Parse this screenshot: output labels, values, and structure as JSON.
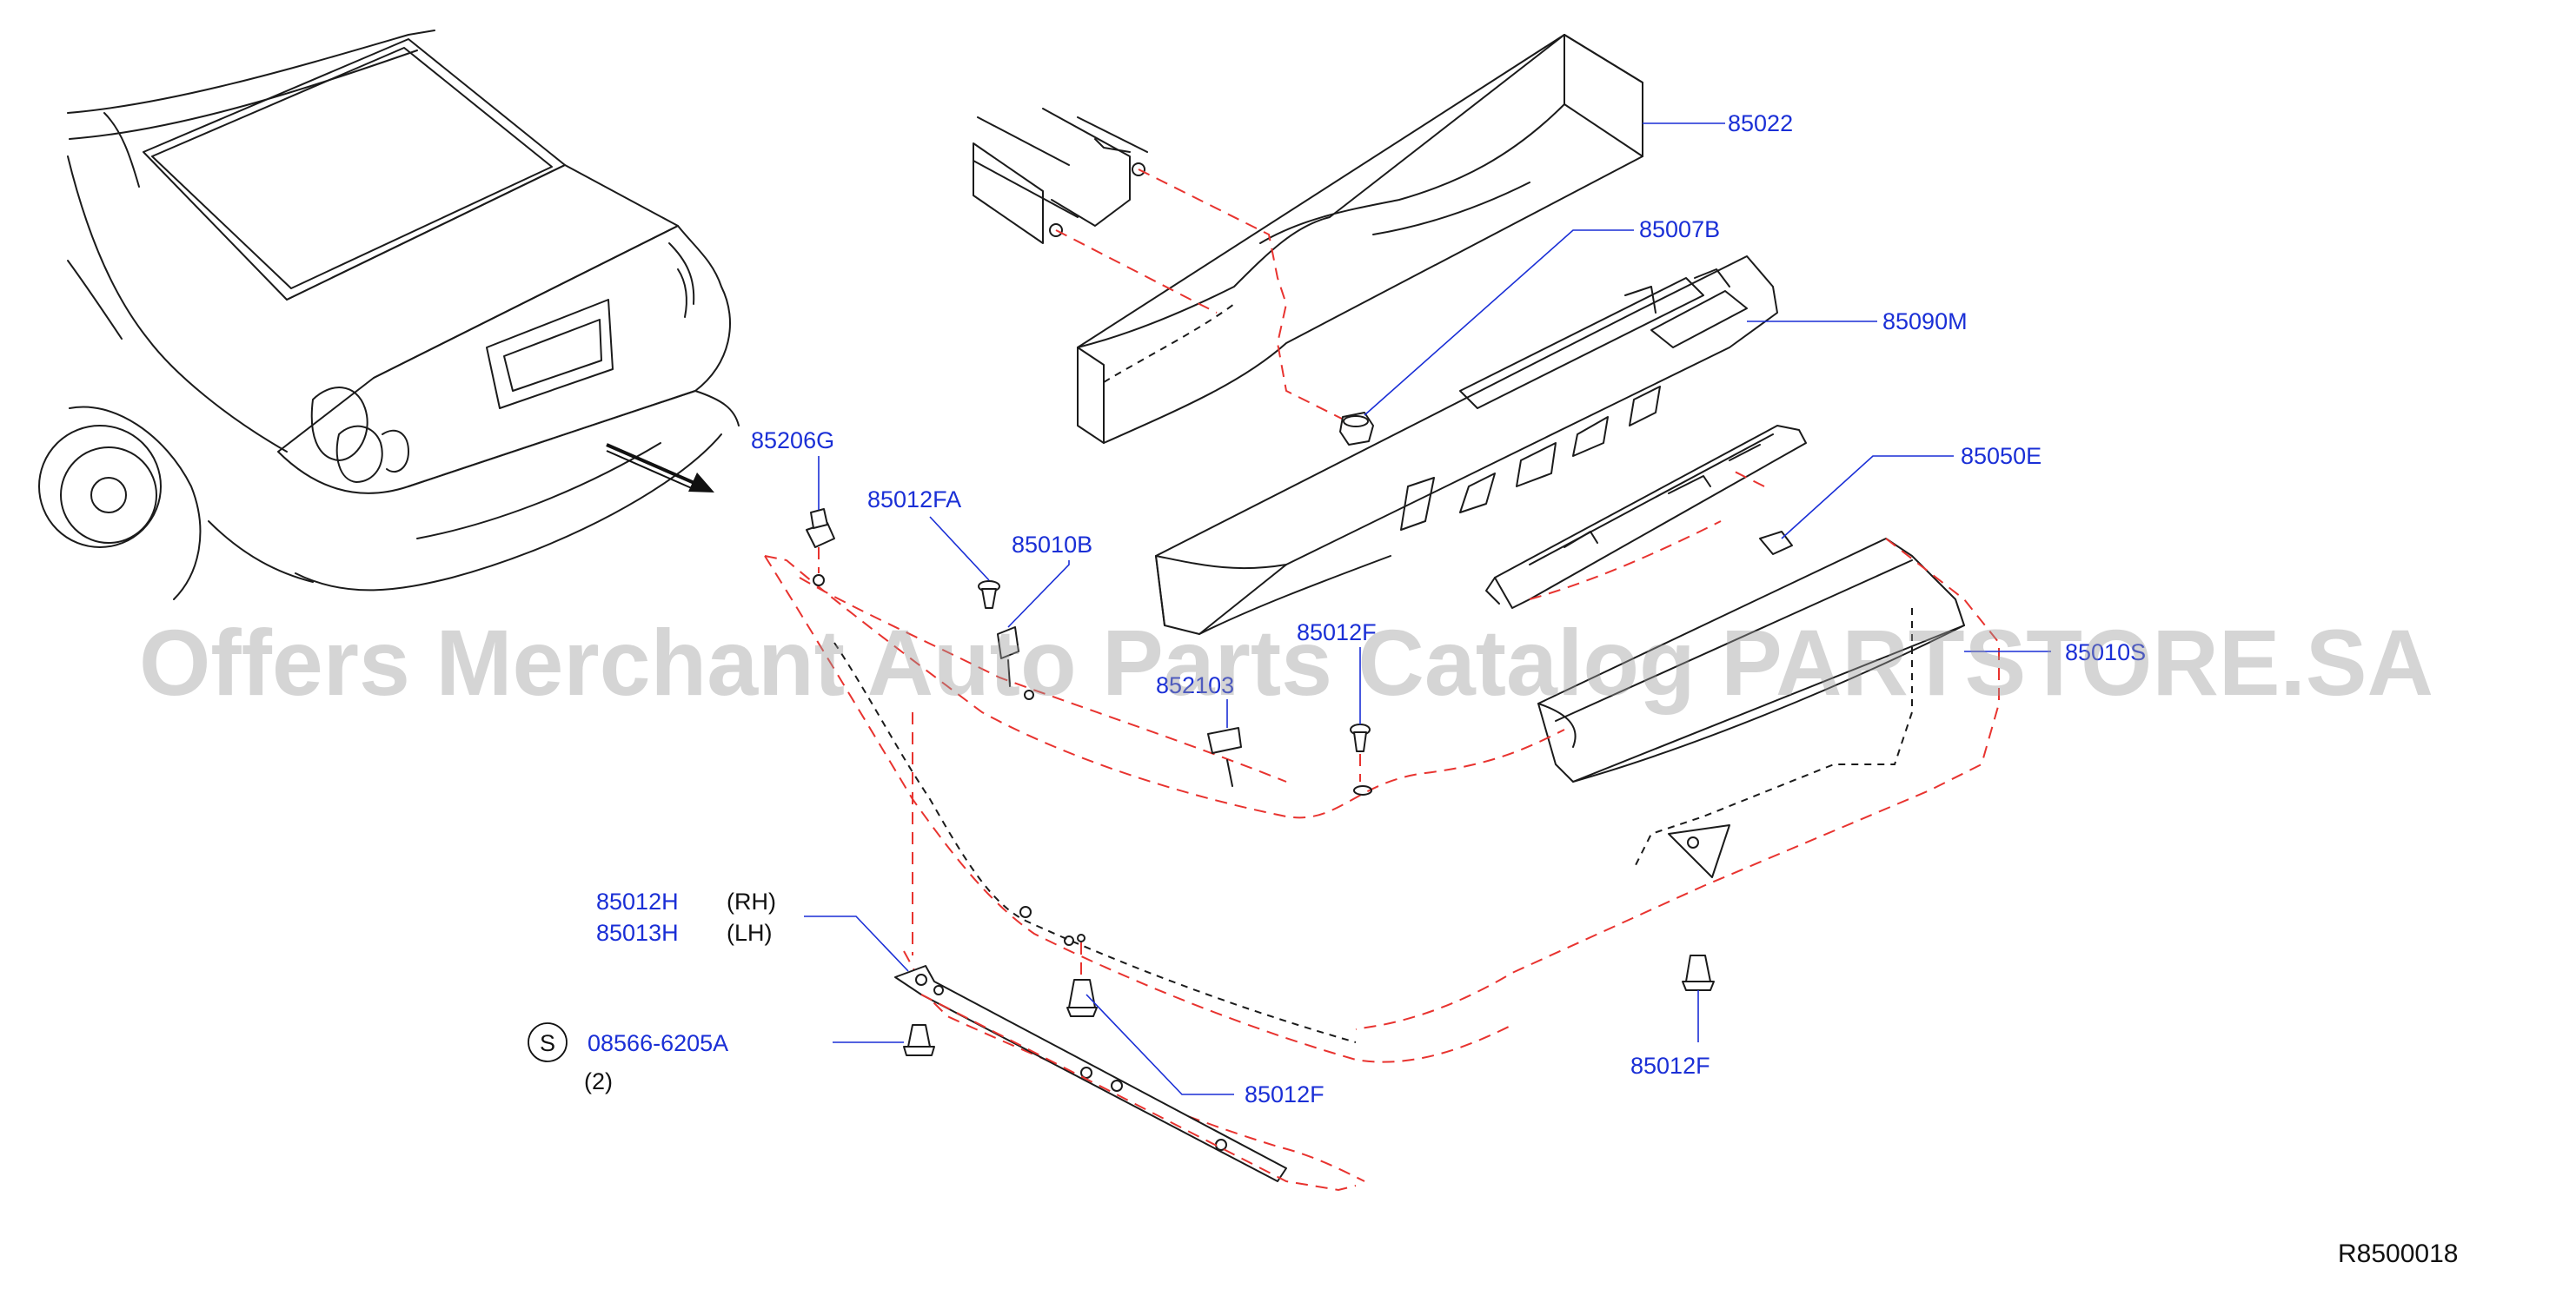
{
  "labels": {
    "p85022": "85022",
    "p85007B": "85007B",
    "p85090M": "85090M",
    "p85050E": "85050E",
    "p85206G": "85206G",
    "p85012FA": "85012FA",
    "p85010B": "85010B",
    "p85012F_a": "85012F",
    "p852103": "852103",
    "p85010S": "85010S",
    "p85012H": "85012H",
    "p85013H": "85013H",
    "rh": "(RH)",
    "lh": "(LH)",
    "s_circle": "S",
    "p08566": "08566-6205A",
    "qty2": "(2)",
    "p85012F_b": "85012F",
    "p85012F_c": "85012F"
  },
  "watermark": "Offers Merchant Auto Parts Catalog PARTSTORE.SA",
  "diagram_id": "R8500018",
  "colors": {
    "label": "#1a2fd6",
    "dash": "#e8332f",
    "line": "#1b1b1b",
    "watermark": "#9a9a9a"
  },
  "icons": {
    "direction_arrow": "arrow-icon",
    "part_note": "circled-s-icon"
  }
}
